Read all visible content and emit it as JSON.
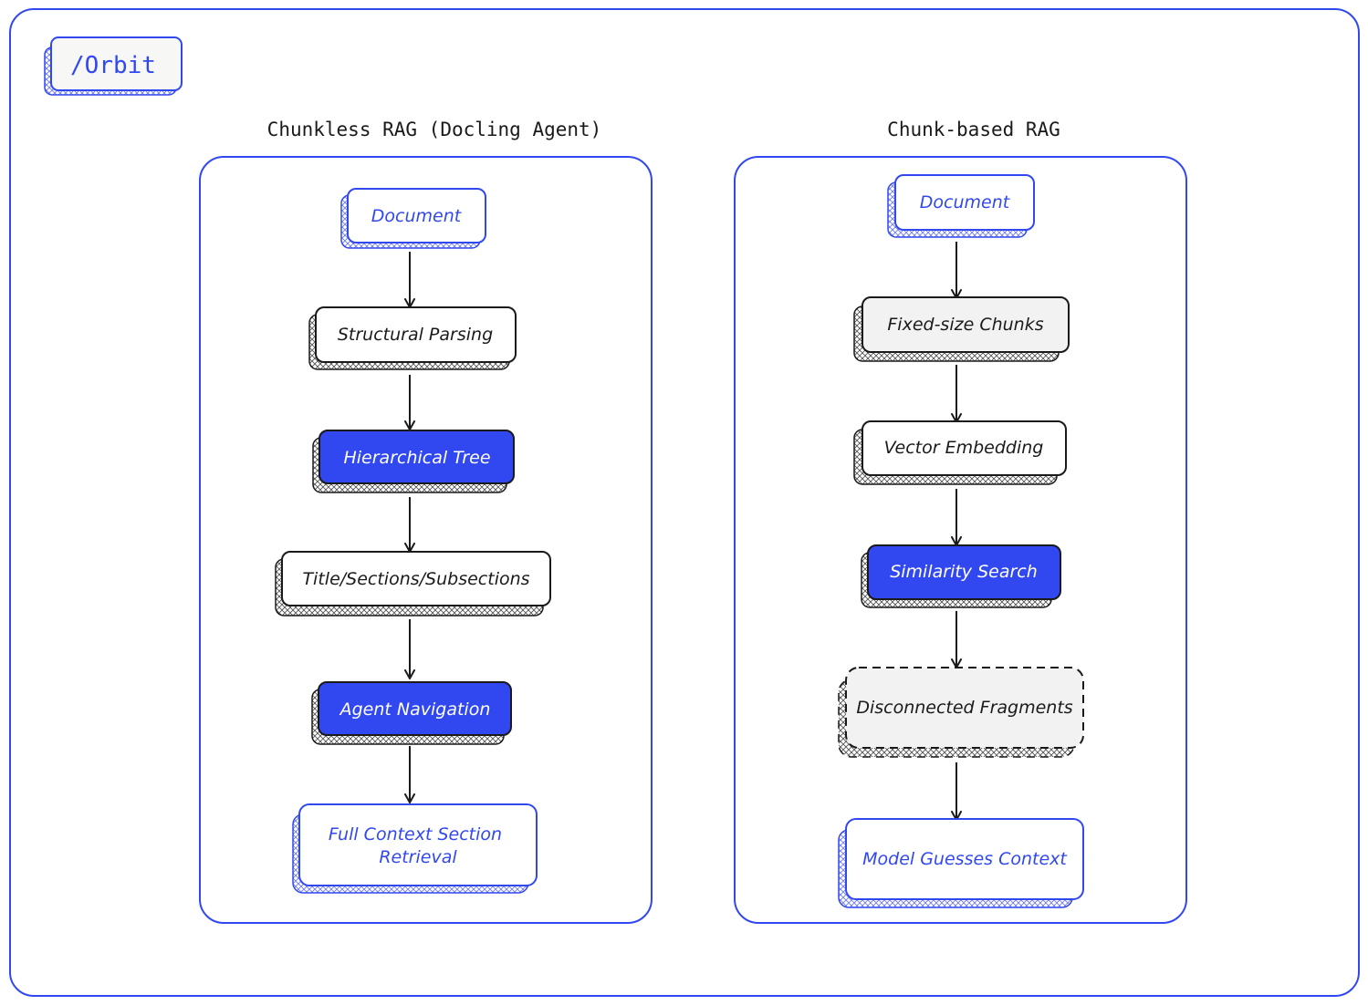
{
  "badge": {
    "label": "/Orbit"
  },
  "colors": {
    "accent": "#3148f0",
    "ink": "#1a1a1a",
    "light_fill": "#f2f2f2",
    "white": "#ffffff"
  },
  "columns": [
    {
      "title": "Chunkless RAG (Docling Agent)",
      "nodes": [
        {
          "label": "Document",
          "style": "outline"
        },
        {
          "label": "Structural Parsing",
          "style": "plain"
        },
        {
          "label": "Hierarchical Tree",
          "style": "filled"
        },
        {
          "label": "Title/Sections/Subsections",
          "style": "plain"
        },
        {
          "label": "Agent Navigation",
          "style": "filled"
        },
        {
          "label": "Full Context Section Retrieval",
          "lines": [
            "Full Context Section",
            "Retrieval"
          ],
          "style": "outline"
        }
      ]
    },
    {
      "title": "Chunk-based RAG",
      "nodes": [
        {
          "label": "Document",
          "style": "outline"
        },
        {
          "label": "Fixed-size Chunks",
          "style": "gray"
        },
        {
          "label": "Vector Embedding",
          "style": "plain"
        },
        {
          "label": "Similarity Search",
          "style": "filled"
        },
        {
          "label": "Disconnected Fragments",
          "style": "dashed"
        },
        {
          "label": "Model Guesses Context",
          "style": "outline"
        }
      ]
    }
  ]
}
